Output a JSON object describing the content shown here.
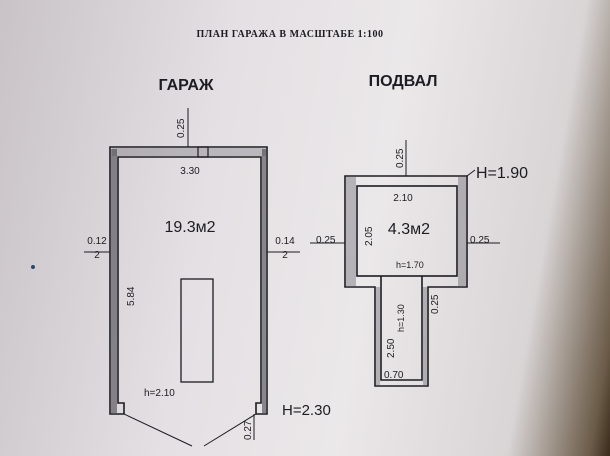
{
  "title": "ПЛАН ГАРАЖА В МАСШТАБЕ 1:100",
  "garage": {
    "heading": "ГАРАЖ",
    "area": "19.3м2",
    "top_wall": "0.25",
    "inner_width": "3.30",
    "left_wall_top": "0.12",
    "left_wall_bottom": "2",
    "right_wall_top": "0.14",
    "right_wall_bottom": "2",
    "inner_length": "5.84",
    "ceiling_height": "h=2.10",
    "front_wall": "0.27",
    "total_height": "H=2.30"
  },
  "basement": {
    "heading": "ПОДВАЛ",
    "area": "4.3м2",
    "top_wall": "0.25",
    "total_height": "H=1.90",
    "inner_width": "2.10",
    "inner_length": "2.05",
    "left_wall": "0.25",
    "right_wall": "0.25",
    "ceiling_height": "h=1.70",
    "passage_height": "h=1.30",
    "passage_wall": "0.25",
    "passage_length": "2.50",
    "passage_width": "0.70"
  }
}
